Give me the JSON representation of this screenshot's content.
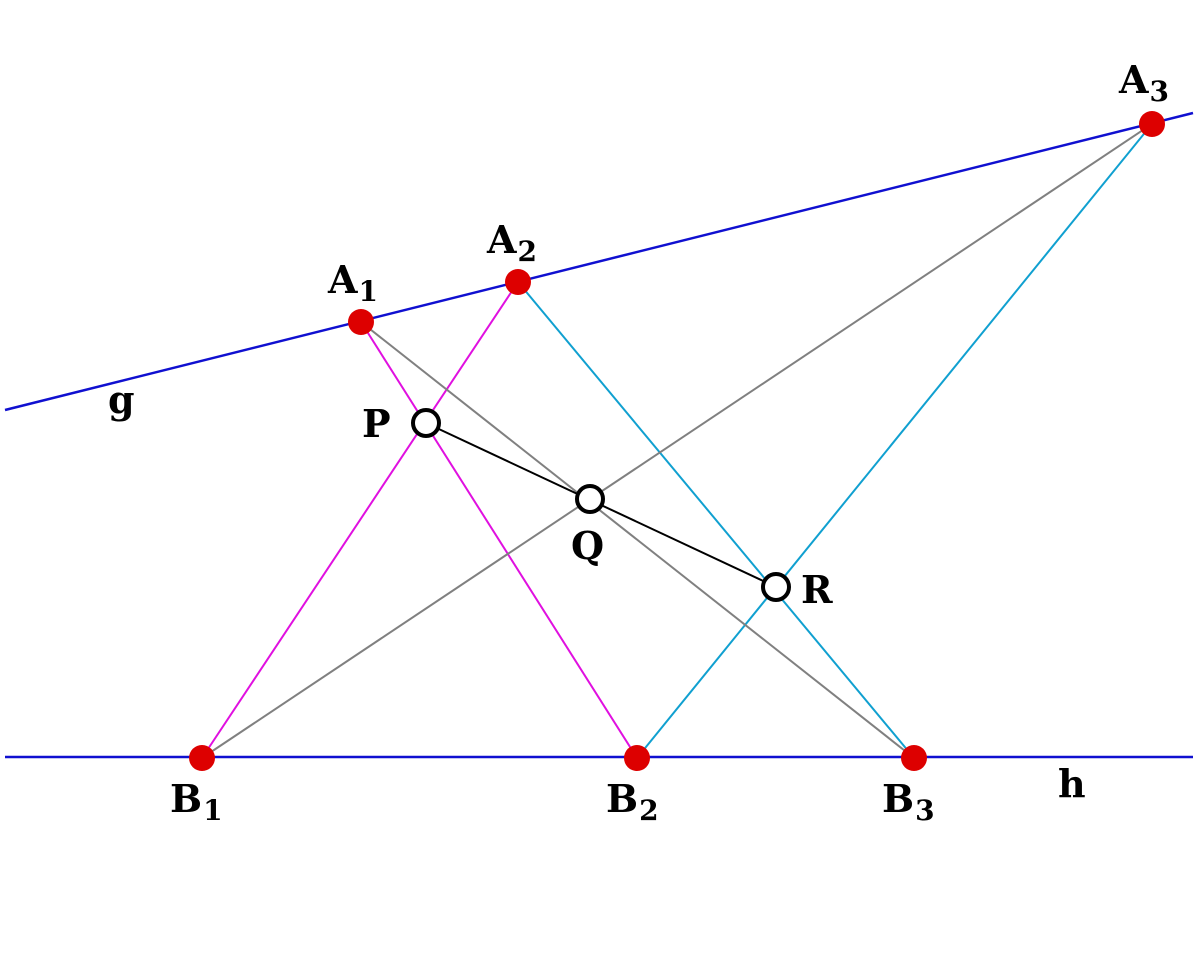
{
  "diagram": {
    "colors": {
      "line_g_h": "#1010d0",
      "pair_12": "#e010e0",
      "pair_23": "#10a0d0",
      "pair_13": "#808080",
      "pappus_line": "#000000",
      "given_point_fill": "#dd0000",
      "constructed_point_fill": "#ffffff",
      "constructed_point_stroke": "#000000"
    },
    "line_labels": {
      "g": "g",
      "h": "h"
    },
    "points": {
      "A1": {
        "base": "A",
        "sub": "1"
      },
      "A2": {
        "base": "A",
        "sub": "2"
      },
      "A3": {
        "base": "A",
        "sub": "3"
      },
      "B1": {
        "base": "B",
        "sub": "1"
      },
      "B2": {
        "base": "B",
        "sub": "2"
      },
      "B3": {
        "base": "B",
        "sub": "3"
      },
      "P": {
        "base": "P"
      },
      "Q": {
        "base": "Q"
      },
      "R": {
        "base": "R"
      }
    }
  }
}
